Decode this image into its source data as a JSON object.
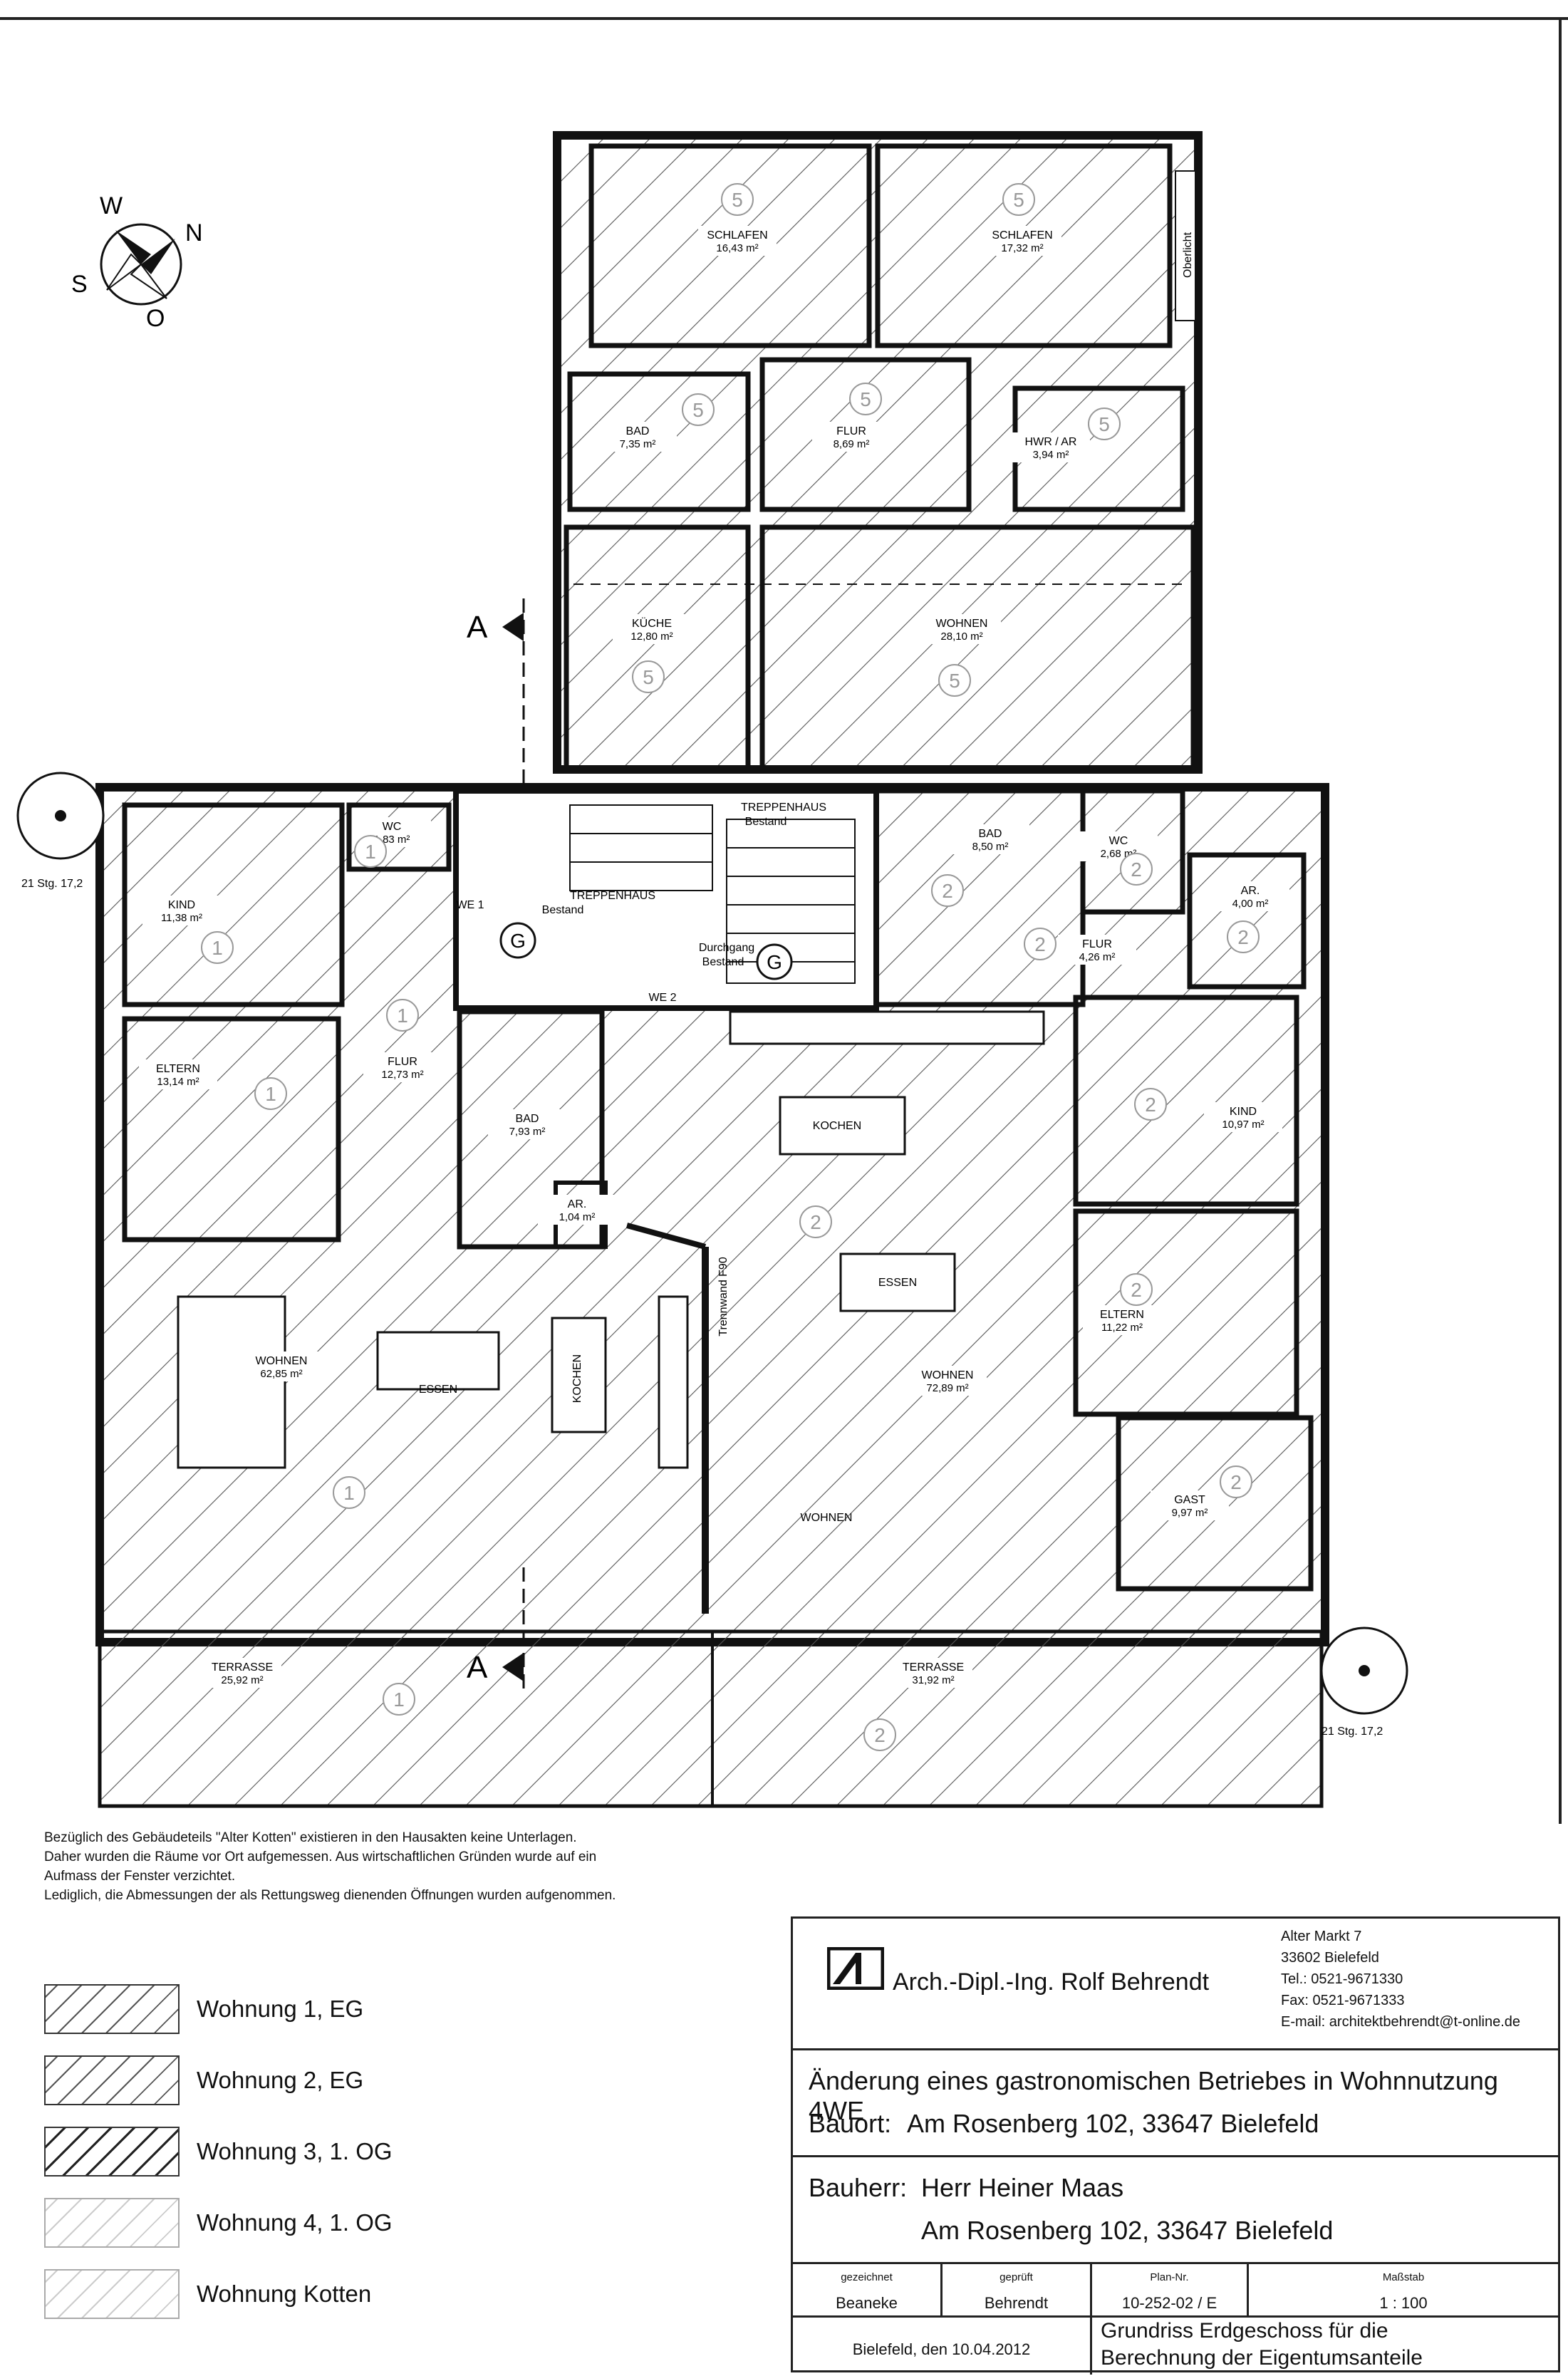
{
  "compass": {
    "north": "N",
    "west": "W",
    "south": "S",
    "east": "O"
  },
  "section_marker": "A",
  "rooms": [
    {
      "id": "schlafen1",
      "name": "SCHLAFEN",
      "area": "16,43 m²",
      "unit": "5"
    },
    {
      "id": "schlafen2",
      "name": "SCHLAFEN",
      "area": "17,32 m²",
      "unit": "5"
    },
    {
      "id": "bad5",
      "name": "BAD",
      "area": "7,35 m²",
      "unit": "5"
    },
    {
      "id": "flur5",
      "name": "FLUR",
      "area": "8,69 m²",
      "unit": "5"
    },
    {
      "id": "hwr5",
      "name": "HWR / AR",
      "area": "3,94 m²",
      "unit": "5"
    },
    {
      "id": "kueche5",
      "name": "KÜCHE",
      "area": "12,80 m²",
      "unit": "5"
    },
    {
      "id": "wohnen5",
      "name": "WOHNEN",
      "area": "28,10 m²",
      "unit": "5"
    },
    {
      "id": "kind1",
      "name": "KIND",
      "area": "11,38 m²",
      "unit": "1"
    },
    {
      "id": "wc1",
      "name": "WC",
      "area": "1,83 m²",
      "unit": "1"
    },
    {
      "id": "flur1",
      "name": "FLUR",
      "area": "12,73 m²",
      "unit": "1"
    },
    {
      "id": "eltern1",
      "name": "ELTERN",
      "area": "13,14 m²",
      "unit": "1"
    },
    {
      "id": "bad1",
      "name": "BAD",
      "area": "7,93 m²",
      "unit": ""
    },
    {
      "id": "ar1",
      "name": "AR.",
      "area": "1,04 m²",
      "unit": ""
    },
    {
      "id": "wohnen1",
      "name": "WOHNEN",
      "area": "62,85 m²",
      "unit": "1"
    },
    {
      "id": "bad2",
      "name": "BAD",
      "area": "8,50 m²",
      "unit": "2"
    },
    {
      "id": "wc2",
      "name": "WC",
      "area": "2,68 m²",
      "unit": "2"
    },
    {
      "id": "flur2",
      "name": "FLUR",
      "area": "4,26 m²",
      "unit": "2"
    },
    {
      "id": "ar2",
      "name": "AR.",
      "area": "4,00 m²",
      "unit": "2"
    },
    {
      "id": "kind2",
      "name": "KIND",
      "area": "10,97 m²",
      "unit": "2"
    },
    {
      "id": "eltern2",
      "name": "ELTERN",
      "area": "11,22 m²",
      "unit": "2"
    },
    {
      "id": "gast2",
      "name": "GAST",
      "area": "9,97 m²",
      "unit": "2"
    },
    {
      "id": "wohnen2",
      "name": "WOHNEN",
      "area": "72,89 m²",
      "unit": "2"
    },
    {
      "id": "terrasse1",
      "name": "TERRASSE",
      "area": "25,92 m²",
      "unit": "1"
    },
    {
      "id": "terrasse2",
      "name": "TERRASSE",
      "area": "31,92 m²",
      "unit": "2"
    }
  ],
  "labels": {
    "oberlicht": "Oberlicht",
    "treppenhaus1": "TREPPENHAUS",
    "bestand1": "Bestand",
    "treppenhaus2": "TREPPENHAUS",
    "bestand2": "Bestand",
    "durchgang": "Durchgang",
    "durchgang_bestand": "Bestand",
    "we1": "WE 1",
    "we2": "WE 2",
    "g": "G",
    "kochen1": "KOCHEN",
    "essen1": "ESSEN",
    "kochen2": "KOCHEN",
    "essen2": "ESSEN",
    "wohnen2_label": "WOHNEN",
    "trennwand": "Trennwand F90",
    "stair_left": "21 Stg. 17,2",
    "stair_right": "21 Stg. 17,2"
  },
  "notes": [
    "Bezüglich des Gebäudeteils \"Alter Kotten\" existieren in den Hausakten keine Unterlagen.",
    "Daher wurden die Räume vor Ort aufgemessen. Aus wirtschaftlichen Gründen wurde auf ein",
    "Aufmass der Fenster verzichtet.",
    "Lediglich, die Abmessungen der als Rettungsweg dienenden Öffnungen wurden aufgenommen."
  ],
  "legend": [
    {
      "label": "Wohnung 1, EG",
      "style": "hatch-light"
    },
    {
      "label": "Wohnung 2, EG",
      "style": "hatch-light"
    },
    {
      "label": "Wohnung 3, 1. OG",
      "style": "hatch-dense"
    },
    {
      "label": "Wohnung 4, 1. OG",
      "style": "hatch-faint"
    },
    {
      "label": "Wohnung Kotten",
      "style": "hatch-faint"
    }
  ],
  "title_block": {
    "firm": "Arch.-Dipl.-Ing. Rolf Behrendt",
    "address": [
      "Alter Markt 7",
      "33602 Bielefeld",
      "Tel.: 0521-9671330",
      "Fax: 0521-9671333",
      "E-mail: architektbehrendt@t-online.de"
    ],
    "project": "Änderung eines gastronomischen Betriebes in Wohnnutzung 4WE",
    "bauort_label": "Bauort:",
    "bauort": "Am Rosenberg 102, 33647 Bielefeld",
    "bauherr_label": "Bauherr:",
    "bauherr": "Herr Heiner Maas",
    "bauherr_address": "Am Rosenberg 102, 33647 Bielefeld",
    "gezeichnet_label": "gezeichnet",
    "gezeichnet": "Beaneke",
    "geprueft_label": "geprüft",
    "geprueft": "Behrendt",
    "plannr_label": "Plan-Nr.",
    "plannr": "10-252-02 / E",
    "massstab_label": "Maßstab",
    "massstab": "1 : 100",
    "date": "Bielefeld, den 10.04.2012",
    "drawing_title_1": "Grundriss Erdgeschoss für die",
    "drawing_title_2": "Berechnung der Eigentumsanteile"
  },
  "colors": {
    "line": "#1a1a1a",
    "hatch": "#555555",
    "faint": "#bbbbbb"
  }
}
